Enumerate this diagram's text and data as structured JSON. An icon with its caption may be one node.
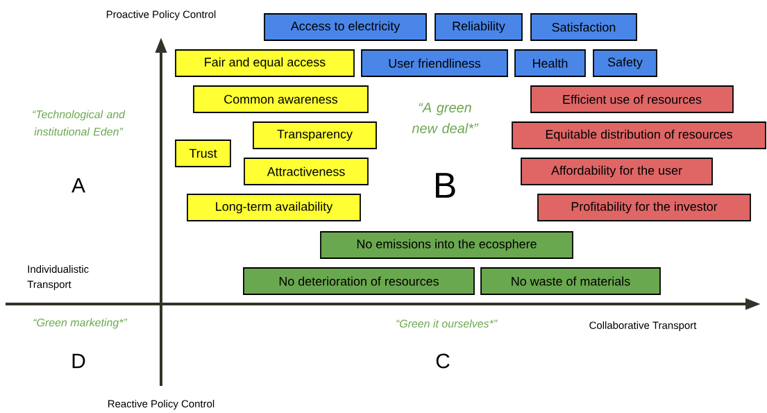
{
  "diagram": {
    "nodes": [
      {
        "text": [
          "Access to electricity"
        ]
      },
      {
        "text": [
          "Reliability"
        ]
      },
      {
        "text": [
          "Satisfaction"
        ]
      },
      {
        "text": [
          "Fair and equal access"
        ]
      },
      {
        "text": [
          "User friendliness"
        ]
      },
      {
        "text": [
          "Health"
        ]
      },
      {
        "text": [
          "Safety"
        ]
      },
      {
        "text": [
          "Common awareness"
        ]
      },
      {
        "text": [
          "Efficient use of resources"
        ]
      },
      {
        "text": [
          "Transparency"
        ]
      },
      {
        "text": [
          "Equitable distribution of resources"
        ]
      },
      {
        "text": [
          "Trust"
        ]
      },
      {
        "text": [
          "Attractiveness"
        ]
      },
      {
        "text": [
          "Affordability for the user"
        ]
      },
      {
        "text": [
          "Long-term availability"
        ]
      },
      {
        "text": [
          "Profitability for the investor"
        ]
      },
      {
        "text": [
          "No emissions into the ecosphere"
        ]
      },
      {
        "text": [
          "No deterioration of resources"
        ]
      },
      {
        "text": [
          "No waste of materials"
        ]
      }
    ],
    "labels": [
      "Proactive Policy Control",
      "“Technological and institutional Eden”",
      "“A green new deal*”",
      "A",
      "B",
      "Individualistic Transport",
      "“Green marketing*”",
      "“Green it ourselves*”",
      "Collaborative Transport",
      "D",
      "C",
      "Reactive Policy Control"
    ]
  }
}
